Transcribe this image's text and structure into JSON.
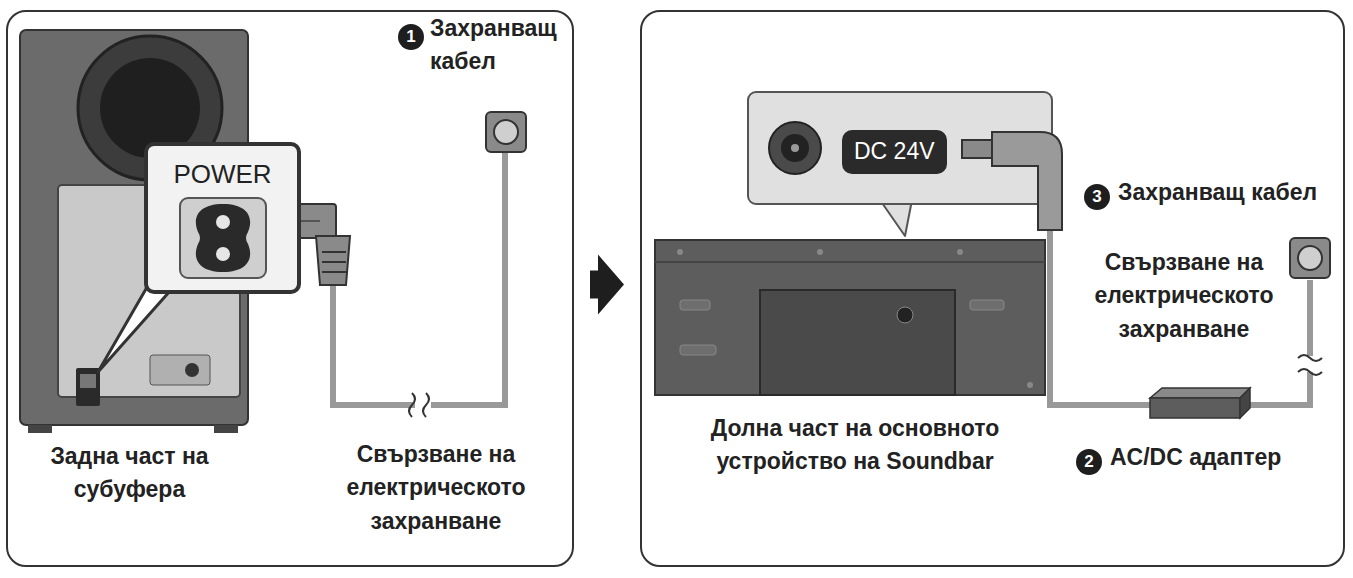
{
  "diagram": {
    "nodes": [
      {
        "text": [
          "Задна част на субуфера"
        ]
      },
      {
        "text": [
          "Долна част на основното устройство на Soundbar"
        ]
      },
      {
        "text": [
          "POWER"
        ],
        "in": 0
      },
      {
        "text": [
          "DC 24V"
        ],
        "in": 1
      }
    ],
    "edges": [
      {
        "from": 0,
        "to": 1,
        "arrow": "to"
      }
    ],
    "labels": [
      "1",
      "Захранващ кабел",
      "Свързване на електрическото захранване",
      "3",
      "Захранващ кабел",
      "Свързване на електрическото захранване",
      "2",
      "AC/DC адаптер"
    ]
  }
}
